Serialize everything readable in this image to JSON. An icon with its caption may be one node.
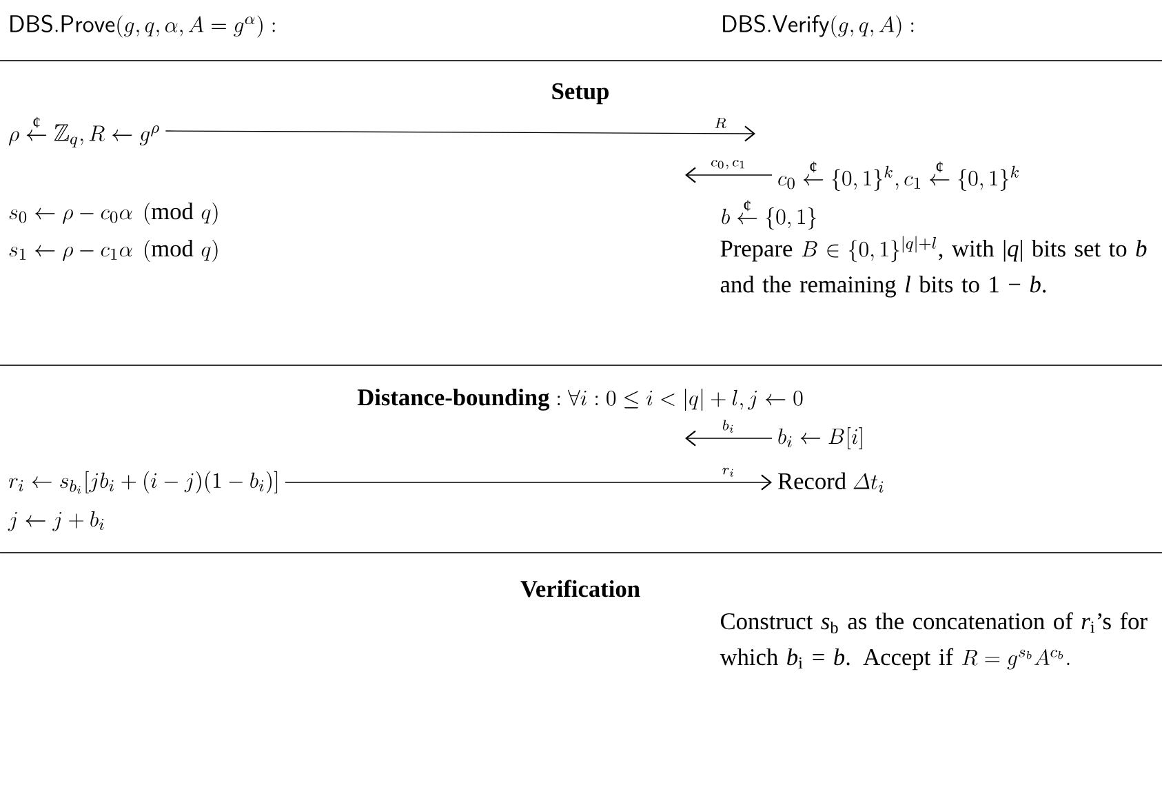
{
  "diagram": {
    "nodes": [
      {
        "text": [
          "\\mathsf{DBS.Prove}(g, q, \\alpha, A = g^{\\alpha}):"
        ]
      },
      {
        "text": [
          "\\mathsf{DBS.Verify}(g, q, A):"
        ]
      },
      {
        "text": [
          "\\rho \\stackrel{\\text{¢}}{\\leftarrow} \\mathbb{Z}_q, R \\leftarrow g^{\\rho}"
        ]
      },
      {
        "text": [
          "c_0 \\stackrel{\\text{¢}}{\\leftarrow} \\{0,1\\}^k, c_1 \\stackrel{\\text{¢}}{\\leftarrow} \\{0,1\\}^k"
        ]
      },
      {
        "text": [
          "s_0 \\leftarrow \\rho - c_0\\alpha \\pmod{q}"
        ]
      },
      {
        "text": [
          "s_1 \\leftarrow \\rho - c_1\\alpha \\pmod{q}"
        ]
      },
      {
        "text": [
          "b \\stackrel{\\text{¢}}{\\leftarrow} \\{0,1\\}"
        ]
      },
      {
        "text": [
          "Prepare",
          "B \\in \\{0,1\\}^{|q|+l}",
          ", with |*q*| bits set to *b* and the remaining *l* bits to 1 − *b*."
        ]
      },
      {
        "text": [
          "b_i \\leftarrow B[i]"
        ]
      },
      {
        "text": [
          "r_i \\leftarrow s_{b_i}[jb_i + (i-j)(1-b_i)]"
        ]
      },
      {
        "text": [
          "\\text{Record }\\varDelta t_i"
        ]
      },
      {
        "text": [
          "j \\leftarrow j + b_i"
        ]
      },
      {
        "text": [
          "Construct *s*$_{b}$ as the concatenation of *r*$_{i}$’s for which *b*$_{i}$ = *b*. Accept if",
          "R = g^{s_b}A^{c_b}."
        ]
      }
    ],
    "edges": [
      {
        "from": 2,
        "to": null,
        "arrow": "to",
        "label": "R"
      },
      {
        "from": 3,
        "to": null,
        "arrow": "to",
        "label": "c_0, c_1"
      },
      {
        "from": 8,
        "to": null,
        "arrow": "to",
        "label": "b_i"
      },
      {
        "from": 9,
        "to": 10,
        "arrow": "to",
        "label": "r_i"
      }
    ],
    "labels": [
      "Setup",
      "\\textbf{Distance-bounding}: \\forall i : 0 \\le i < |q| + l, j \\leftarrow 0",
      "Verification"
    ]
  }
}
